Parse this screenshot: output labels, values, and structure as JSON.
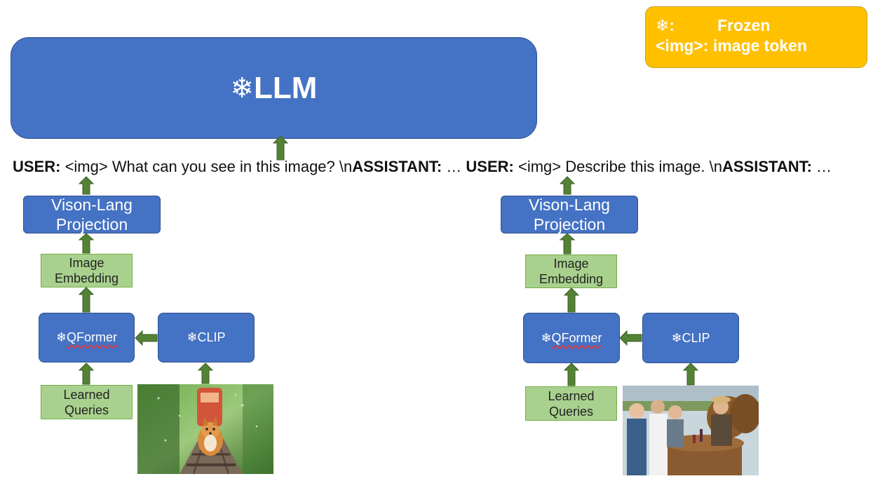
{
  "legend": {
    "frozen_key": "❄:",
    "frozen_label": "Frozen",
    "img_key": "<img>:",
    "img_label": "image token"
  },
  "llm": {
    "icon": "❄",
    "label": "LLM"
  },
  "prompts": [
    {
      "user": "USER:",
      "text": " <img> What can you see in this image? \\n",
      "assistant": "ASSISTANT:",
      "tail": " … "
    },
    {
      "user": "USER:",
      "text": " <img> Describe this image. \\n",
      "assistant": "ASSISTANT:",
      "tail": " …"
    }
  ],
  "left": {
    "projection": "Vison-Lang Projection",
    "embedding": "Image Embedding",
    "qformer_icon": "❄",
    "qformer": "QFormer",
    "clip": "❄CLIP",
    "queries": "Learned Queries"
  },
  "right": {
    "projection": "Vison-Lang Projection",
    "embedding": "Image Embedding",
    "qformer_icon": "❄",
    "qformer": "QFormer",
    "clip": "❄CLIP",
    "queries": "Learned Queries"
  },
  "colors": {
    "box_blue": "#4472c4",
    "box_green": "#a9d18e",
    "arrow_green": "#548235",
    "legend_gold": "#ffc000"
  },
  "icons": {
    "snowflake": "snowflake-icon",
    "left_image": "corgi-photo",
    "right_image": "wine-tasting-photo"
  }
}
